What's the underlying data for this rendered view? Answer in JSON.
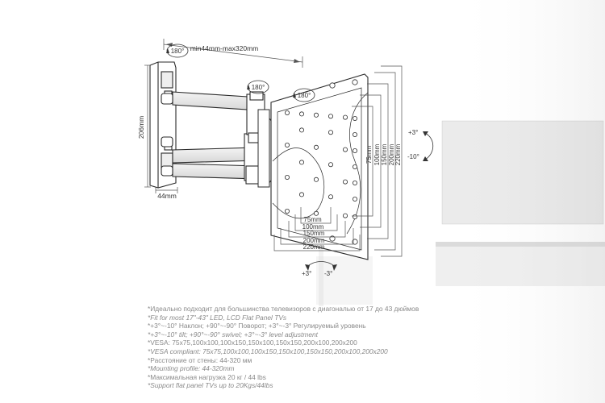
{
  "dimensions": {
    "arm_length": "min44mm-max320mm",
    "bracket_height": "206mm",
    "bracket_width": "44mm",
    "rotation_wall": "180°",
    "rotation_arm": "180°",
    "rotation_plate": "180°",
    "tilt_up": "+3°",
    "tilt_down": "-10°",
    "level_left": "+3°",
    "level_right": "-3°",
    "vesa_vertical": [
      "75mm",
      "100mm",
      "150mm",
      "200mm",
      "220mm"
    ],
    "vesa_horizontal": [
      "75mm",
      "100mm",
      "150mm",
      "200mm",
      "220mm"
    ]
  },
  "specs": [
    {
      "text": "*Идеально подходит для большинства телевизоров с диагональю от 17 до 43 дюймов",
      "lang": "ru"
    },
    {
      "text": "*Fit for most 17\"-43\" LED, LCD Flat Panel TVs",
      "lang": "en"
    },
    {
      "text": "*+3°~-10° Наклон; +90°~-90° Поворот; +3°~-3° Регулируемый уровень",
      "lang": "ru"
    },
    {
      "text": "*+3°~-10° tilt; +90°~-90° swivel; +3°~-3° level adjustment",
      "lang": "en"
    },
    {
      "text": "*VESA: 75x75,100x100,100x150,150x100,150x150,200x100,200x200",
      "lang": "ru"
    },
    {
      "text": "*VESA compliant: 75x75,100x100,100x150,150x100,150x150,200x100,200x200",
      "lang": "en"
    },
    {
      "text": "*Расстояние от стены: 44-320 мм",
      "lang": "ru"
    },
    {
      "text": "*Mounting profile: 44-320mm",
      "lang": "en"
    },
    {
      "text": "*Максимальная нагрузка 20 кг / 44 lbs",
      "lang": "ru"
    },
    {
      "text": "*Support flat panel TVs up to 20Kgs/44lbs",
      "lang": "en"
    }
  ],
  "colors": {
    "line": "#2a2a2a",
    "dim_line": "#555555",
    "text": "#8a8a8a"
  }
}
